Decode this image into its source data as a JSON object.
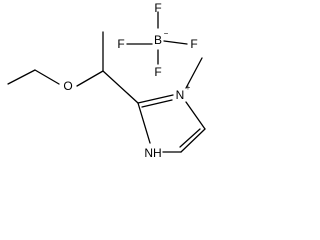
{
  "molecule": {
    "cation": {
      "ring_nitrogen_methyl_label": "N",
      "ring_nitrogen_methyl_charge": "+",
      "ring_nh_label": "NH",
      "ether_oxygen_label": "O"
    },
    "anion": {
      "boron_label": "B",
      "boron_charge": "−",
      "fluorine_labels": [
        "F",
        "F",
        "F",
        "F"
      ]
    }
  }
}
